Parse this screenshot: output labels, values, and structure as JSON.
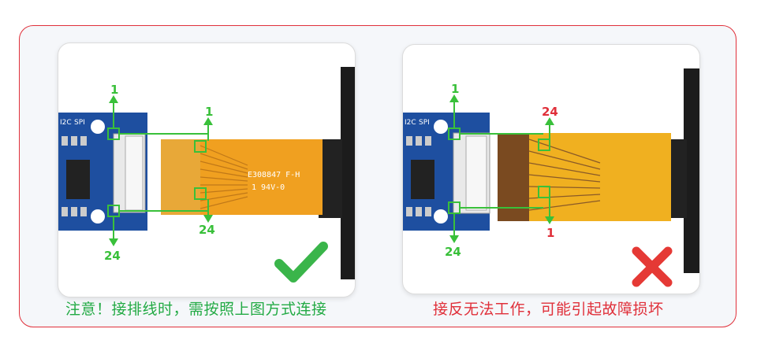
{
  "left_panel": {
    "caption": "注意！接排线时，需按照上图方式连接",
    "board_labels": {
      "i2c": "I2C",
      "spi": "SPI"
    },
    "connector_pin_top": "1",
    "connector_pin_bottom": "24",
    "cable_pin_top": "1",
    "cable_pin_bottom": "24",
    "cable_marking_line1": "E308847 F-H",
    "cable_marking_line2": "1 94V-0",
    "result_icon": "check-mark-icon",
    "accent": "#22aa44"
  },
  "right_panel": {
    "caption": "接反无法工作，可能引起故障损坏",
    "board_labels": {
      "i2c": "I2C",
      "spi": "SPI"
    },
    "connector_pin_top": "1",
    "connector_pin_bottom": "24",
    "cable_pin_top": "24",
    "cable_pin_bottom": "1",
    "result_icon": "cross-mark-icon",
    "accent": "#e0303a"
  }
}
